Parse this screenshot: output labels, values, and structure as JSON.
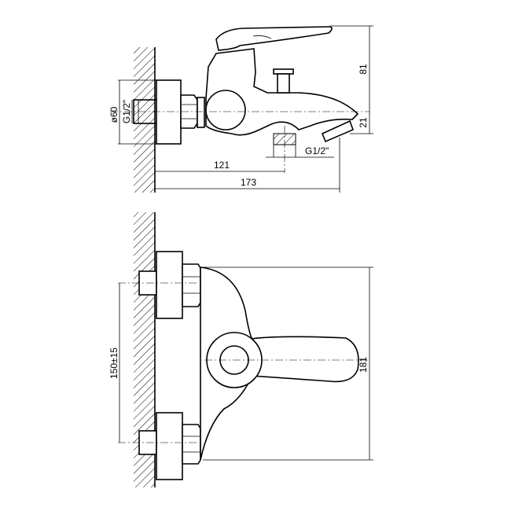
{
  "drawing": {
    "side_view": {
      "dim_diameter": "ø60",
      "dim_inlet_thread": "G1/2\"",
      "dim_outlet_thread": "G1/2\"",
      "dim_outlet_distance": "121",
      "dim_total_depth": "173",
      "dim_height": "81",
      "dim_spout_height": "21"
    },
    "front_view": {
      "dim_centers": "150±15",
      "dim_width": "181"
    }
  }
}
